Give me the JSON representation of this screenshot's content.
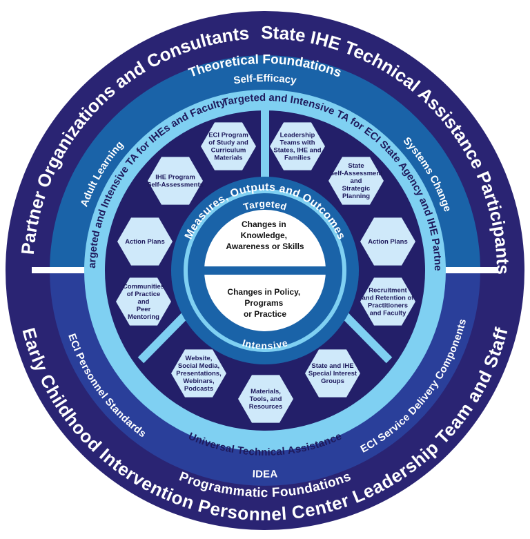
{
  "outer_ring": {
    "top_left": "Partner Organizations and Consultants",
    "top_right": "State IHE Technical Assistance Participants",
    "bottom": "Early Childhood Intervention Personnel Center Leadership Team and Staff"
  },
  "foundations": {
    "top": "Theoretical Foundations",
    "bottom": "Programmatic Foundations"
  },
  "theory_items": {
    "self_efficacy": "Self-Efficacy",
    "adult_learning": "Adult Learning",
    "systems_change": "Systems Change",
    "eci_personnel_standards": "ECI Personnel Standards",
    "eci_service_delivery": "ECI Service Delivery Components",
    "idea": "IDEA"
  },
  "ta_ring": {
    "left": "Targeted and Intensive TA for IHEs and Faculty",
    "right": "Targeted and Intensive TA for ECI State Agency and IHE Partnerships",
    "bottom": "Universal Technical Assistance"
  },
  "inner_ring": {
    "label": "Measures, Outputs and Outcomes",
    "targeted": "Targeted",
    "intensive": "Intensive"
  },
  "center": {
    "top": [
      "Changes in",
      "Knowledge,",
      "Awareness or Skills"
    ],
    "bottom": [
      "Changes in Policy,",
      "Programs",
      "or Practice"
    ]
  },
  "hexagons": {
    "left": [
      [
        "ECI Program",
        "of Study and",
        "Curriculum",
        "Materials"
      ],
      [
        "IHE Program",
        "Self-Assessments"
      ],
      [
        "Action Plans"
      ],
      [
        "Communities",
        "of Practice",
        "and",
        "Peer",
        "Mentoring"
      ]
    ],
    "right": [
      [
        "Leadership",
        "Teams with",
        "States, IHE and",
        "Families"
      ],
      [
        "State",
        "Self-Assessment",
        "and",
        "Strategic",
        "Planning"
      ],
      [
        "Action Plans"
      ],
      [
        "Recruitment",
        "and Retention of",
        "Practitioners",
        "and Faculty"
      ]
    ],
    "bottom": [
      [
        "Website,",
        "Social Media,",
        "Presentations,",
        "Webinars,",
        "Podcasts"
      ],
      [
        "Materials,",
        "Tools, and",
        "Resources"
      ],
      [
        "State and IHE",
        "Special Interest",
        "Groups"
      ]
    ]
  },
  "colors": {
    "outer_navy": "#2a2473",
    "top_blue": "#1a63a8",
    "bottom_blue": "#2a3f9a",
    "light_blue": "#7fd0f2",
    "dark_sector": "#231f69",
    "hex_fill": "#cfe9fa",
    "white": "#ffffff"
  }
}
